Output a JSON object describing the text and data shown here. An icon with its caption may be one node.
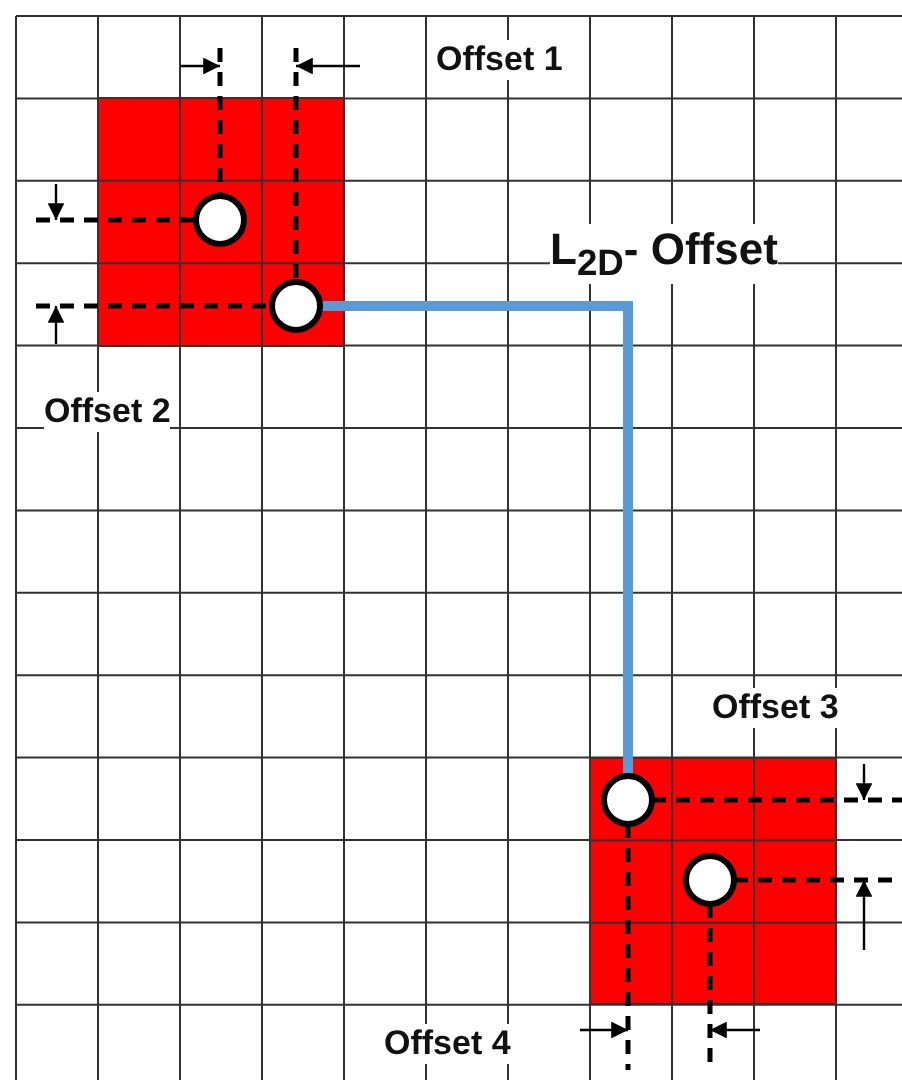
{
  "diagram": {
    "nodes": [
      {
        "text": [],
        "shape": "circle"
      },
      {
        "text": [],
        "shape": "circle"
      },
      {
        "text": [],
        "shape": "circle"
      },
      {
        "text": [],
        "shape": "circle"
      }
    ],
    "edges": [
      {
        "from": 1,
        "to": 2,
        "arrow": "none"
      }
    ],
    "labels": [
      "Offset 1",
      "L$_{2D}$- Offset",
      "Offset 2",
      "Offset 3",
      "Offset 4"
    ]
  }
}
